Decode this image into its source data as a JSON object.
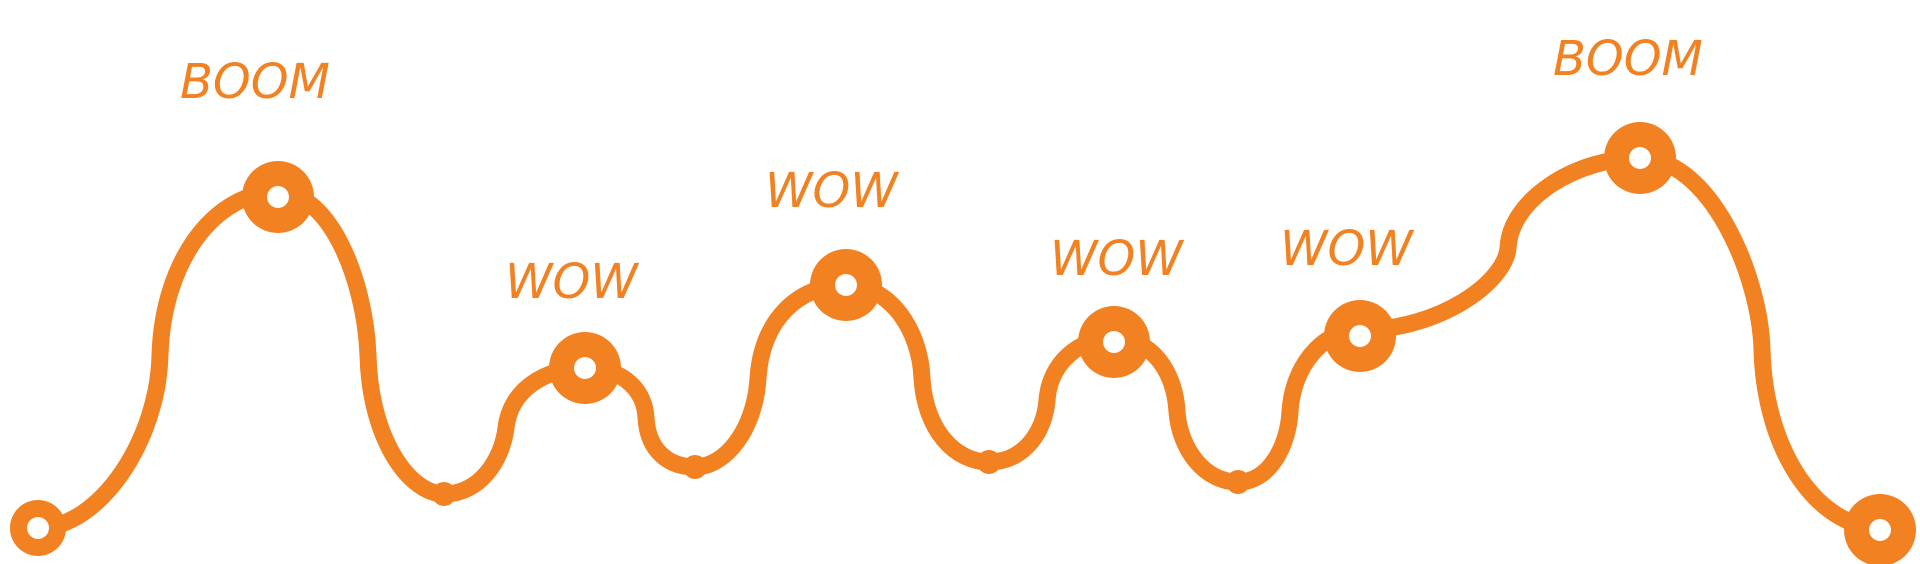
{
  "diagram": {
    "accent_color": "#f28122",
    "background_color": "#ffffff",
    "labels": [
      {
        "text": "BOOM"
      },
      {
        "text": "WOW"
      },
      {
        "text": "WOW"
      },
      {
        "text": "WOW"
      },
      {
        "text": "WOW"
      },
      {
        "text": "BOOM"
      }
    ]
  }
}
